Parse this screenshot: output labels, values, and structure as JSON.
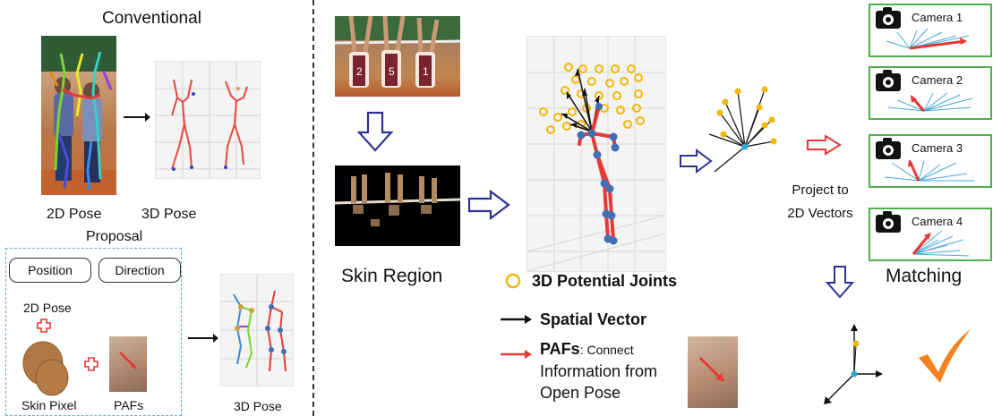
{
  "left": {
    "conventional_title": "Conventional",
    "pose2d_label": "2D Pose",
    "pose3d_label": "3D Pose",
    "proposal_title": "Proposal",
    "position_button": "Position",
    "direction_button": "Direction",
    "proposal_pose2d": "2D Pose",
    "skin_pixel_label": "Skin Pixel",
    "pafs_label": "PAFs",
    "proposal_pose3d": "3D Pose"
  },
  "middle": {
    "skin_region_label": "Skin Region"
  },
  "legend": {
    "potential_joints": "3D Potential Joints",
    "spatial_vector": "Spatial Vector",
    "pafs_bold": "PAFs",
    "pafs_line1": ": Connect",
    "pafs_line2": "Information from",
    "pafs_line3": "Open Pose"
  },
  "right": {
    "project_line1": "Project to",
    "project_line2": "2D Vectors",
    "matching_label": "Matching",
    "cameras": [
      "Camera 1",
      "Camera 2",
      "Camera 3",
      "Camera 4"
    ]
  },
  "colors": {
    "arrow_outline": "#2e3192",
    "red_arrow": "#e53935",
    "joint_yellow": "#f2b705",
    "joint_blue": "#3f6fb5",
    "camera_border": "#4caf50",
    "check_orange": "#f58220"
  }
}
